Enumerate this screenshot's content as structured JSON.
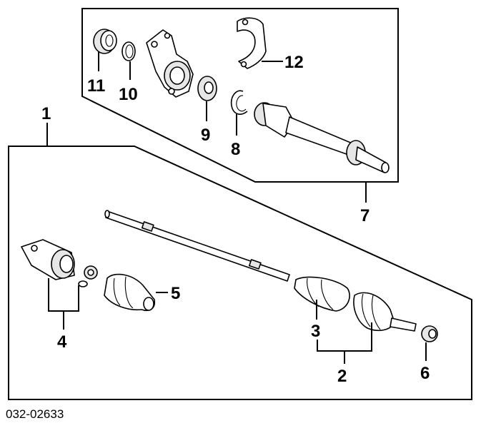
{
  "diagram_code": "032-02633",
  "callouts": {
    "c1": "1",
    "c2": "2",
    "c3": "3",
    "c4": "4",
    "c5": "5",
    "c6": "6",
    "c7": "7",
    "c8": "8",
    "c9": "9",
    "c10": "10",
    "c11": "11",
    "c12": "12"
  }
}
